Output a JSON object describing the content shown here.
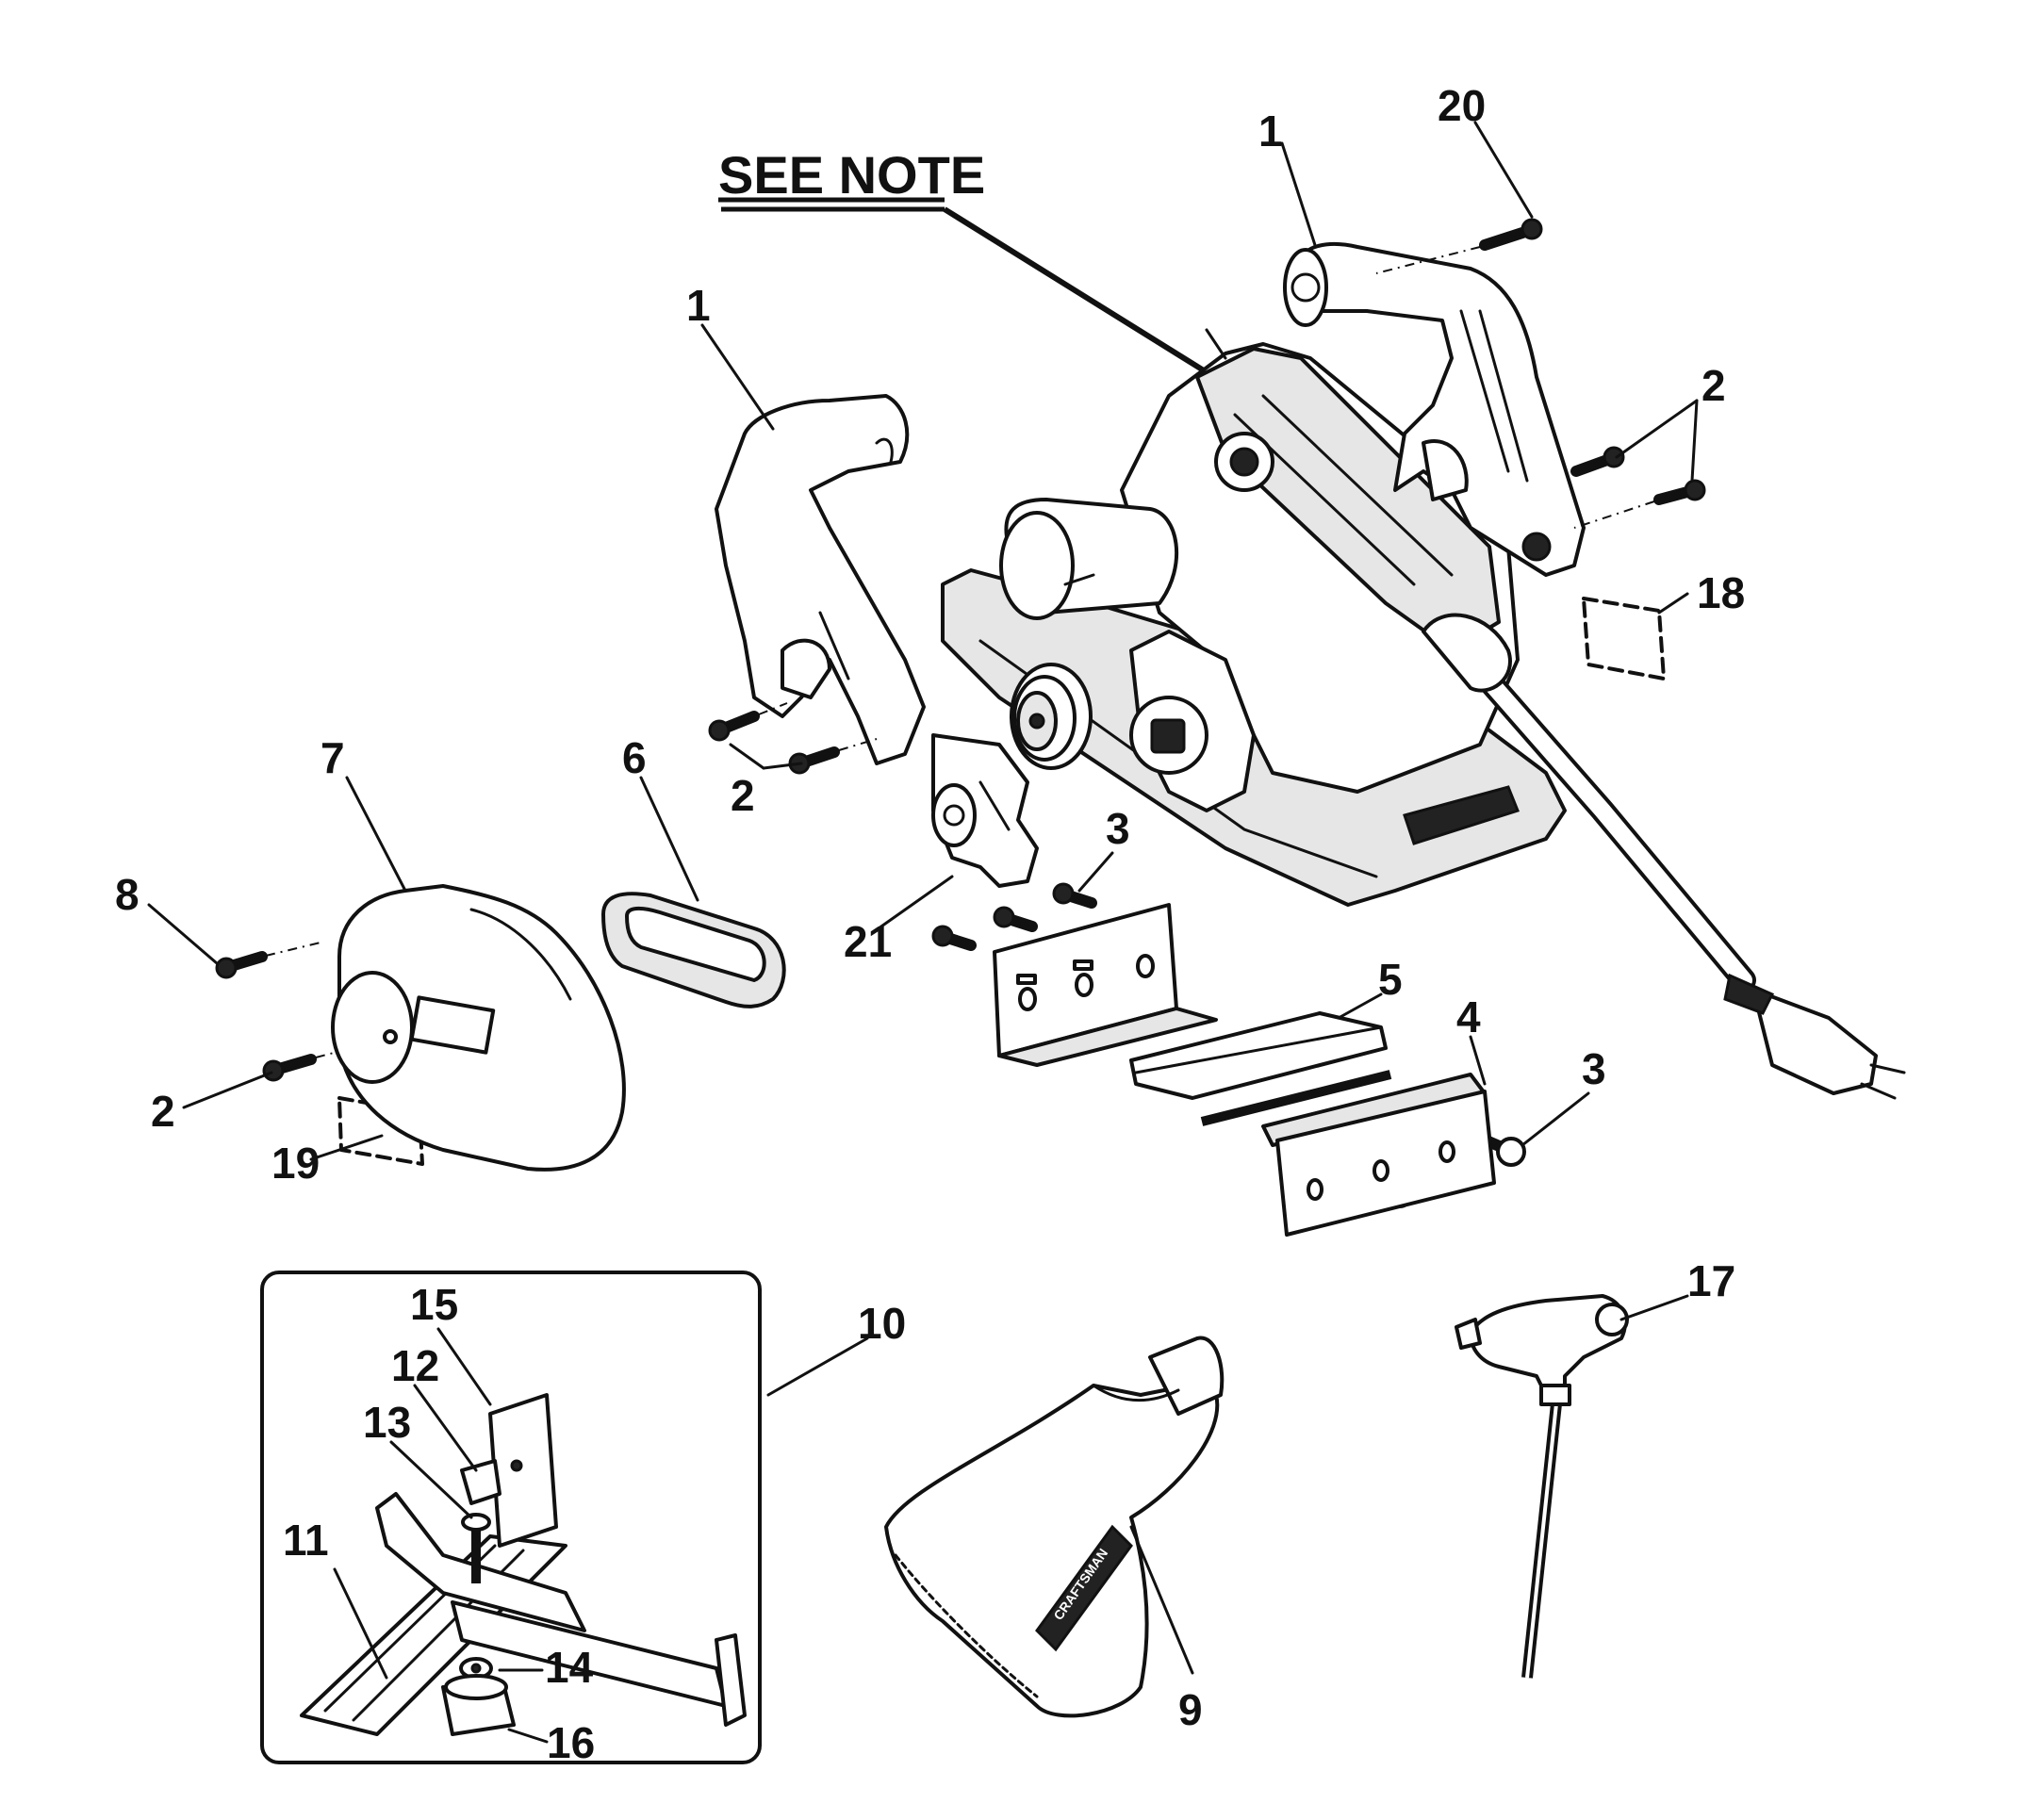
{
  "diagram": {
    "note_label": "SEE NOTE",
    "callouts": {
      "c1a": "1",
      "c1b": "1",
      "c20": "20",
      "c2a": "2",
      "c2b": "2",
      "c2c": "2",
      "c18": "18",
      "c7": "7",
      "c6": "6",
      "c8": "8",
      "c21": "21",
      "c3a": "3",
      "c3b": "3",
      "c5": "5",
      "c4": "4",
      "c19": "19",
      "c15": "15",
      "c12": "12",
      "c13": "13",
      "c11": "11",
      "c10": "10",
      "c14": "14",
      "c16": "16",
      "c9": "9",
      "c17": "17"
    },
    "bag_brand": "CRAFTSMAN"
  }
}
